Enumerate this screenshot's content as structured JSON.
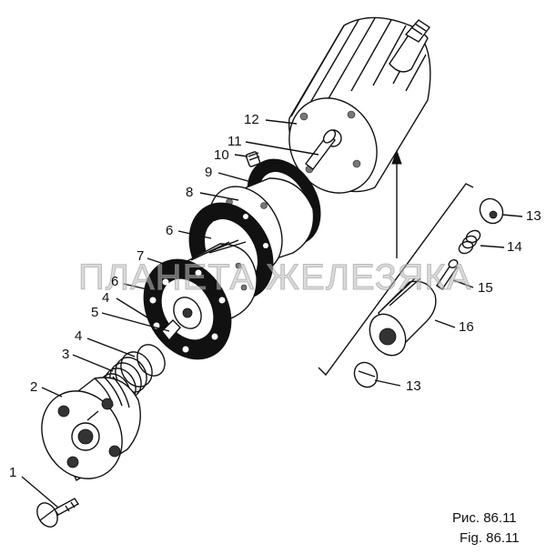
{
  "figure": {
    "caption_ru": "Рис. 86.11",
    "caption_en": "Fig. 86.11",
    "watermark": "ПЛАНЕТА ЖЕЛЕЗЯКА"
  },
  "callouts": [
    {
      "id": "1",
      "text": "1"
    },
    {
      "id": "2",
      "text": "2"
    },
    {
      "id": "3",
      "text": "3"
    },
    {
      "id": "4a",
      "text": "4"
    },
    {
      "id": "4b",
      "text": "4"
    },
    {
      "id": "5",
      "text": "5"
    },
    {
      "id": "6a",
      "text": "6"
    },
    {
      "id": "6b",
      "text": "6"
    },
    {
      "id": "7",
      "text": "7"
    },
    {
      "id": "8",
      "text": "8"
    },
    {
      "id": "9",
      "text": "9"
    },
    {
      "id": "10",
      "text": "10"
    },
    {
      "id": "11",
      "text": "11"
    },
    {
      "id": "12",
      "text": "12"
    },
    {
      "id": "13a",
      "text": "13"
    },
    {
      "id": "13b",
      "text": "13"
    },
    {
      "id": "14",
      "text": "14"
    },
    {
      "id": "15",
      "text": "15"
    },
    {
      "id": "16",
      "text": "16"
    }
  ],
  "icons": {
    "assembly_arrow": "arrow-up-icon"
  }
}
